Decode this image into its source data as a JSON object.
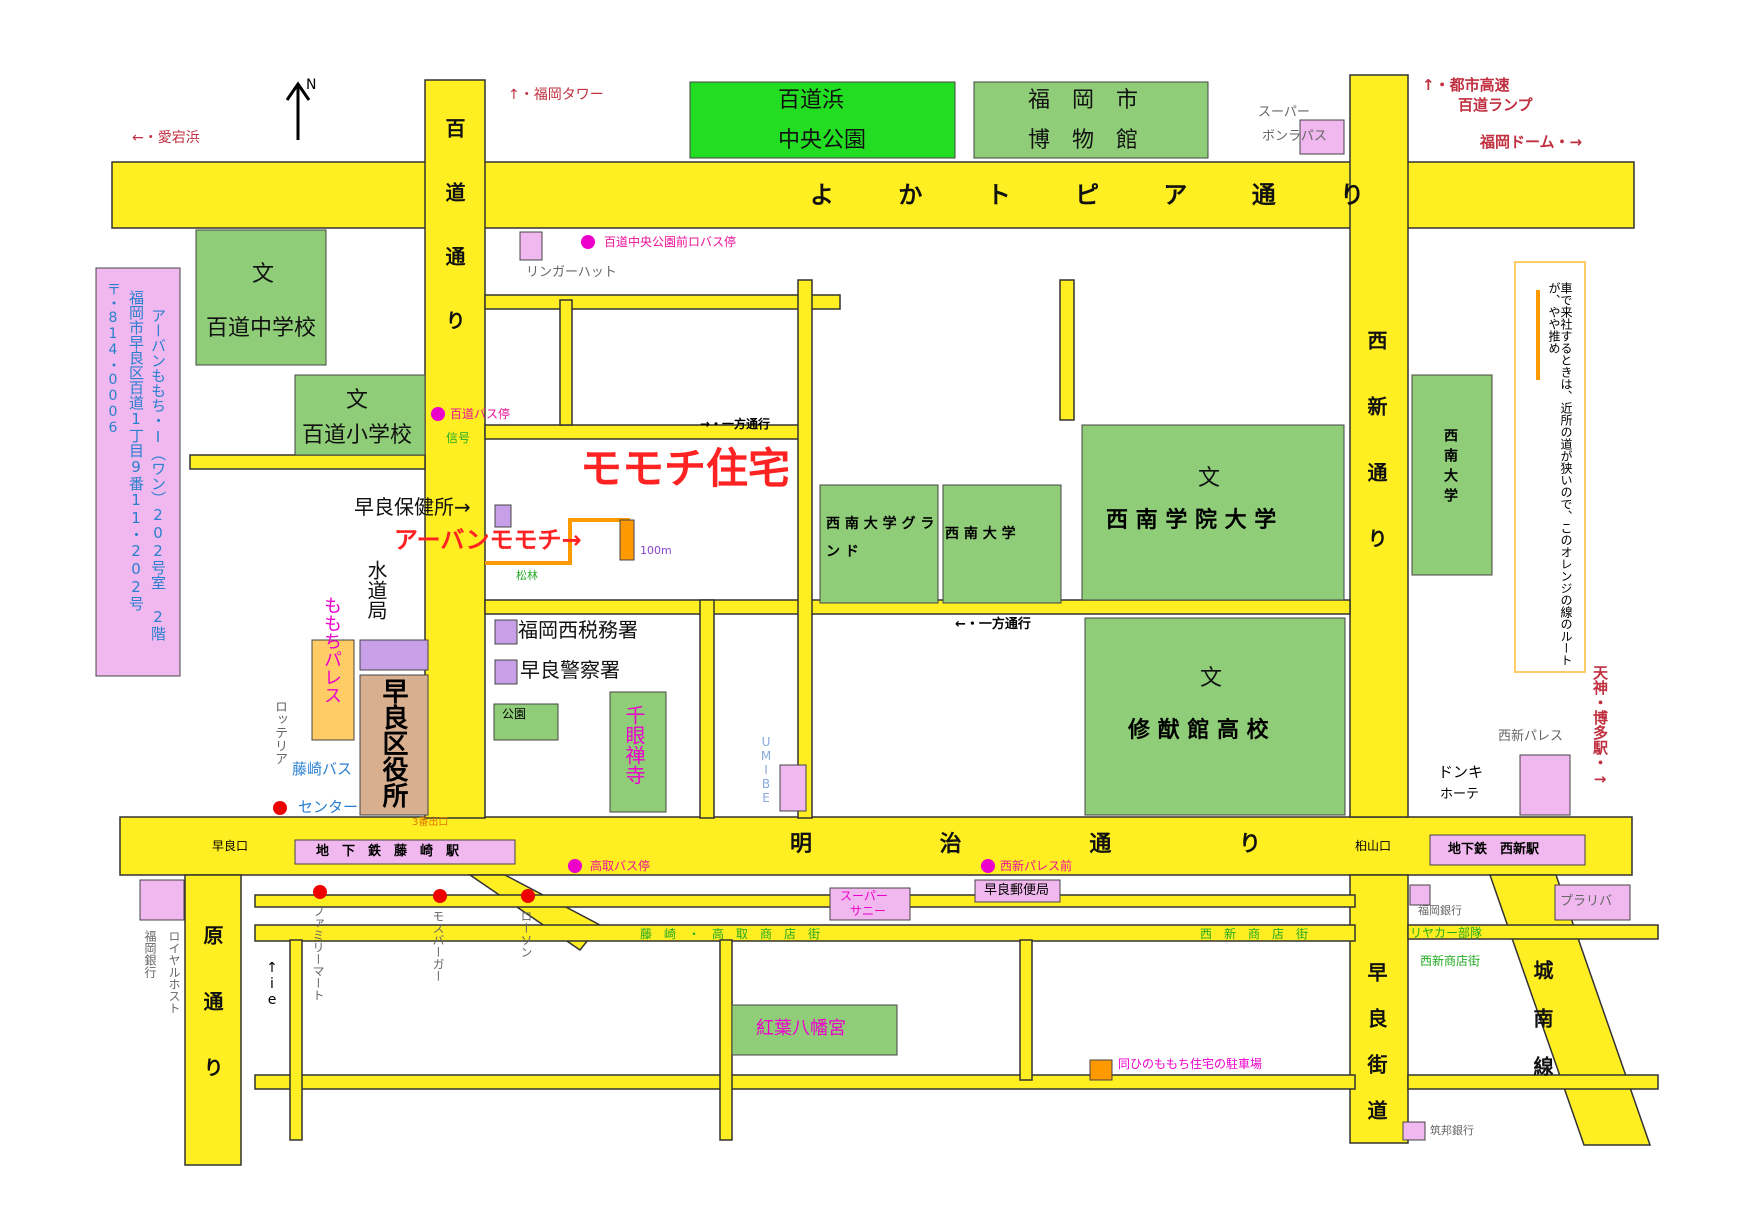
{
  "colors": {
    "road": "#ffee22",
    "park": "#22dd22",
    "school": "#8fcd78",
    "building": "#f0b8ee",
    "ward_office": "#d8b090",
    "palace": "#ffcc66",
    "highlight": "#ff2222",
    "bus_stop": "#ee00cc"
  },
  "compass": {
    "north": "N"
  },
  "roads": {
    "yokatopia": "よ か ト ピ ア 通 り",
    "meiji": "明 治 通 り",
    "momochi": "百道通り",
    "nishijin_dori": "西新通り",
    "hara_dori": "原通り",
    "sawara_kaido": "早良街道",
    "jonan": "城南線"
  },
  "directions": {
    "atagohama": "←・愛宕浜",
    "fukuoka_tower": "↑・福岡タワー",
    "toshi_expressway": "↑・都市高速",
    "momochi_ramp": "百道ランプ",
    "fukuoka_dome": "福岡ドーム・→",
    "tenjin_hakata": "天神・博多駅・→",
    "oneway_1": "→・一方通行",
    "oneway_2": "←・一方通行"
  },
  "address": {
    "building": "アーバンももち・I（ワン）202号室 2階",
    "street": "福岡市早良区百道1丁目9番11・202号",
    "zip": "〒・814・0006"
  },
  "note": "車で来社するときは、近所の道が狭いので、このオレンジの線のルートが、やや推め",
  "places": {
    "park_1": "百道浜",
    "park_2": "中央公園",
    "museum_1": "福　岡　市",
    "museum_2": "博　物　館",
    "super_bonrapas_1": "スーパー",
    "super_bonrapas_2": "ボンラパス",
    "bun": "文",
    "momochi_jhs": "百道中学校",
    "momochi_es": "百道小学校",
    "momochi_house": "モモチ住宅",
    "urban_momochi": "アーバンモモチ→",
    "sawara_health": "早良保健所→",
    "water_bureau": "水道局",
    "momochi_palace": "ももちパレス",
    "sawara_ward": "早良区役所",
    "lotteria": "ロッテリア",
    "fujisaki_bus": "藤崎バス",
    "bus_center": "センター",
    "tax_office": "福岡西税務署",
    "police": "早良警察署",
    "koen": "公園",
    "sengenji": "千眼禅寺",
    "umibe": "UMIBE",
    "seinan_ground": "西 南 大 学 グ ラ ン ド",
    "seinan_univ": "西 南 大 学",
    "seinan_gakuin": "西 南 学 院 大 学",
    "shuyukan": "修 猷 館 高 校",
    "seinan_univ_east": "西南大学",
    "nishijin_palace": "西新パレス",
    "donki_1": "ドンキ",
    "donki_2": "ホーテ",
    "fujisaki_station": "地　下　鉄　藤　崎　駅",
    "nishijin_station": "地下鉄　西新駅",
    "sawaraguchi": "早良口",
    "momoyamaguchi": "桕山口",
    "super_sunny_1": "スーパー",
    "super_sunny_2": "サニー",
    "sawara_post": "早良郵便局",
    "fujisaki_shotengai": "藤　崎　・　高　取　商　店　街",
    "nishijin_shotengai_1": "西　新　商　店　街",
    "rear_car": "リヤカー部隊",
    "nishijin_shotengai_2": "西新商店街",
    "fukuoka_bank_east": "福岡銀行",
    "fukuoka_bank_west": "福岡銀行",
    "royal_host": "ロイヤルホスト",
    "family_mart": "ファミリーマート",
    "mos_burger": "モスバーガー",
    "lawson": "ローソン",
    "ie": "↑ie",
    "momiji_hachimangu": "紅葉八幡宮",
    "ringer_hut": "リンガーハット",
    "plaliva": "プラリバ",
    "parking_note": "同ひのももち住宅の駐車場",
    "chikugin": "筑邦銀行",
    "matsubayashi_label": "松林",
    "bus_stop_1": "百道中央公園前ロバス停",
    "bus_stop_2": "百道バス停",
    "bus_stop_3": "高取バス停",
    "bus_stop_4": "西新パレス前",
    "kodamachi": "信号",
    "bus_stop_small": "100m",
    "misc_small": "3番出口"
  }
}
